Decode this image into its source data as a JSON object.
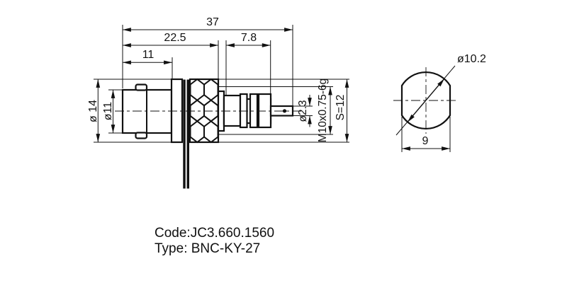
{
  "colors": {
    "ink": "#111111",
    "background": "#ffffff"
  },
  "side_view": {
    "dim_total_length": "37",
    "dim_body_length": "22.5",
    "dim_front_length": "11",
    "dim_rear_length": "7.8",
    "dim_flange_diameter": "ø 14",
    "dim_coupling_diameter": "ø11",
    "dim_pin_diameter": "ø2.3",
    "thread_spec": "M10x0.75-6g",
    "hex_across_flats": "S=12"
  },
  "end_view": {
    "dim_outer_diameter": "ø10.2",
    "dim_across_flats": "9"
  },
  "footer": {
    "code_line": "Code:JC3.660.1560",
    "type_line": "Type: BNC-KY-27"
  }
}
